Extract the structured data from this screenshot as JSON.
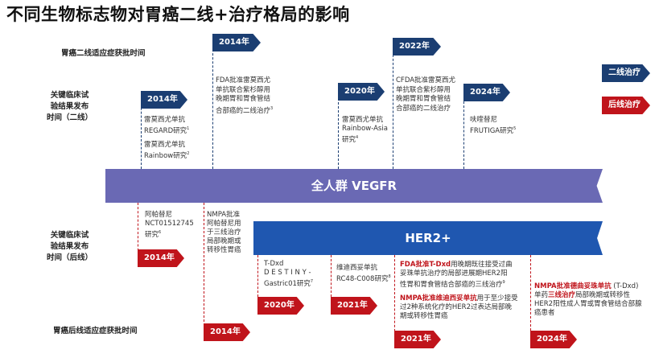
{
  "title": "不同生物标志物对胃癌二线+治疗格局的影响",
  "row_labels": {
    "second_line_approval": "胃癌二线适应症获批时间",
    "second_line_trials": [
      "关键临床试",
      "验结果发布",
      "时间（二线）"
    ],
    "later_line_trials": [
      "关键临床试",
      "验结果发布",
      "时间（后线）"
    ],
    "later_line_approval": "胃癌后线适应症获批时间"
  },
  "legend": {
    "second_line": "二线治疗",
    "later_line": "后线治疗",
    "colors": {
      "second_line": "#1b3e72",
      "later_line": "#c0141b"
    }
  },
  "bands": {
    "all_population": "全人群 VEGFR",
    "her2": "HER2+"
  },
  "top_events": {
    "y2014_trial": {
      "year": "2014年",
      "notes": [
        "雷莫西尤单抗",
        "REGARD研究",
        "雷莫西尤单抗",
        "Rainbow研究"
      ],
      "refs": [
        "1",
        "2"
      ]
    },
    "y2014_approval": {
      "year": "2014年",
      "notes": [
        "FDA批准雷莫西尤",
        "单抗联合紫杉醇用",
        "晚期胃和胃食管结",
        "合部癌的二线治疗"
      ],
      "ref": "3"
    },
    "y2020_trial": {
      "year": "2020年",
      "notes": [
        "雷莫西尤单抗",
        "Rainbow-Asia",
        "研究"
      ],
      "ref": "4"
    },
    "y2022_approval": {
      "year": "2022年",
      "notes": [
        "CFDA批准雷莫西尤",
        "单抗联合紫杉醇用",
        "晚期胃和胃食管结",
        "合部癌的二线治疗"
      ]
    },
    "y2024_trial": {
      "year": "2024年",
      "notes": [
        "呋喹替尼",
        "FRUTIGA研究"
      ],
      "ref": "5"
    }
  },
  "bottom_events": {
    "y2014_trial": {
      "year": "2014年",
      "notes": [
        "阿帕替尼",
        "NCT01512745",
        "研究"
      ],
      "ref": "6"
    },
    "y2014_approval": {
      "year": "2014年",
      "notes": [
        "NMPA批准",
        "阿帕替尼用",
        "于三线治疗",
        "局部晚期或",
        "转移性胃癌"
      ]
    },
    "y2020_trial": {
      "year": "2020年",
      "notes": [
        "T-Dxd",
        "D E S T I N Y -",
        "Gastric01研究"
      ],
      "ref": "7"
    },
    "y2021_trial": {
      "year": "2021年",
      "notes": [
        "维迪西妥单抗",
        "RC48-C008研究"
      ],
      "ref": "8"
    },
    "y2021_approval": {
      "year": "2021年",
      "fda_hl": "FDA批准T-Dxd",
      "fda_rest": [
        "用晚期既往接受过曲",
        "妥珠单抗治疗的局部进展期HER2阳",
        "性胃和胃食管结合部癌的三线治疗"
      ],
      "fda_ref": "9",
      "nmpa_hl": "NMPA批准维迪西妥单抗",
      "nmpa_rest": [
        "用于至少接受",
        "过2种系统化疗的HER2过表达局部晚",
        "期或转移性胃癌"
      ]
    },
    "y2024_approval": {
      "year": "2024年",
      "hl1": "NMPA批准德曲妥珠单抗",
      "tail1": " (T-Dxd)",
      "line2_a": "单药",
      "hl2": "三线治疗",
      "line2_b": "局部晚期或转移性",
      "rest": [
        "HER2阳性成人胃或胃食管结合部腺",
        "癌患者"
      ]
    }
  }
}
